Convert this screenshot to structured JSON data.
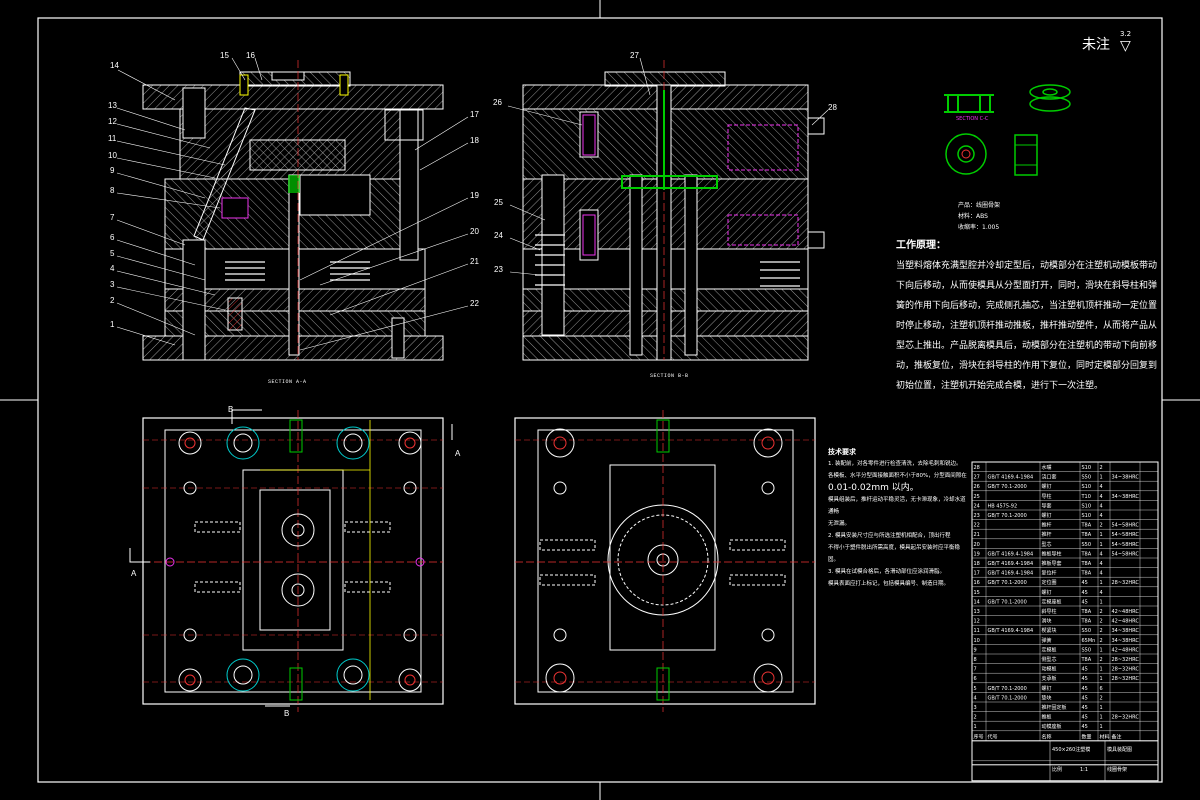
{
  "unmarked_note": "未注",
  "roughness_value": "3.2",
  "section_labels": [
    "SECTION A-A",
    "SECTION B-B",
    "SECTION C-C"
  ],
  "section_letters": [
    "A",
    "A",
    "B",
    "B"
  ],
  "callouts_left": [
    "14",
    "15",
    "16",
    "17",
    "18",
    "13",
    "12",
    "11",
    "10",
    "9",
    "8",
    "7",
    "6",
    "5",
    "4",
    "3",
    "2",
    "1",
    "19",
    "20",
    "21",
    "22"
  ],
  "callouts_right": [
    "27",
    "26",
    "28",
    "25",
    "24",
    "23"
  ],
  "product": {
    "name_label": "产品：",
    "name": "线圈骨架",
    "material_label": "材料：",
    "material": "ABS",
    "shrink_label": "收缩率：",
    "shrink": "1.005"
  },
  "working_principle": {
    "title": "工作原理：",
    "text": "当塑料熔体充满型腔并冷却定型后，动模部分在注塑机动模板带动下向后移动，从而使模具从分型面打开，同时，滑块在斜导柱和弹簧的作用下向后移动，完成侧孔抽芯，当注塑机顶杆推动一定位置时停止移动，注塑机顶杆推动推板，推杆推动塑件，从而将产品从型芯上推出。产品脱离模具后，动模部分在注塑机的带动下向前移动，推板复位，滑块在斜导柱的作用下复位，同时定模部分回复到初始位置，注塑机开始完成合模，进行下一次注塑。"
  },
  "tech_requirements": {
    "title": "技术要求",
    "items": [
      "1. 装配前，对各零件进行检查清洗，去除毛刺和锐边。",
      "各模板、水平分型面接触面积不小于80%，分型面间隙在",
      "0.01-0.02mm 以内。",
      "模具组装后，推杆运动平稳灵活，无卡滞现象，冷却水道通畅",
      "无泄漏。",
      "2. 模具安装尺寸应与所选注塑机相配合，顶出行程",
      "不得小于塑件脱出所需高度，模具起吊安装时应平衡稳固。",
      "3. 模具在试模合格后，各滑动部位应涂润滑脂。",
      "模具表面应打上标记，包括模具编号、制造日期。"
    ]
  },
  "bom": {
    "rows": [
      [
        "28",
        "",
        "水嘴",
        "S10",
        "2",
        "",
        ""
      ],
      [
        "27",
        "GB/T 4169.4-1984",
        "浇口套",
        "S50",
        "1",
        "34~38HRC",
        ""
      ],
      [
        "26",
        "GB/T 70.1-2000",
        "螺钉",
        "S10",
        "4",
        "",
        ""
      ],
      [
        "25",
        "",
        "导柱",
        "T10",
        "4",
        "34~38HRC",
        ""
      ],
      [
        "24",
        "HB 4575-92",
        "导套",
        "S10",
        "4",
        "",
        ""
      ],
      [
        "23",
        "GB/T 70.1-2000",
        "螺钉",
        "S10",
        "4",
        "",
        ""
      ],
      [
        "22",
        "",
        "推杆",
        "T8A",
        "2",
        "54~58HRC",
        ""
      ],
      [
        "21",
        "",
        "推杆",
        "T8A",
        "1",
        "54~58HRC",
        ""
      ],
      [
        "20",
        "",
        "型芯",
        "S50",
        "1",
        "54~58HRC",
        ""
      ],
      [
        "19",
        "GB/T 4169.4-1984",
        "推板导柱",
        "T8A",
        "4",
        "54~58HRC",
        ""
      ],
      [
        "18",
        "GB/T 4169.4-1984",
        "推板导套",
        "T8A",
        "4",
        "",
        ""
      ],
      [
        "17",
        "GB/T 4169.4-1984",
        "复位杆",
        "T8A",
        "4",
        "",
        ""
      ],
      [
        "16",
        "GB/T 70.1-2000",
        "定位圈",
        "45",
        "1",
        "28~32HRC",
        ""
      ],
      [
        "15",
        "",
        "螺钉",
        "45",
        "4",
        "",
        ""
      ],
      [
        "14",
        "GB/T 70.1-2000",
        "定模座板",
        "45",
        "1",
        "",
        ""
      ],
      [
        "13",
        "",
        "斜导柱",
        "T8A",
        "2",
        "42~48HRC",
        ""
      ],
      [
        "12",
        "",
        "滑块",
        "T8A",
        "2",
        "42~48HRC",
        ""
      ],
      [
        "11",
        "GB/T 4169.4-1984",
        "楔紧块",
        "S50",
        "2",
        "34~38HRC",
        ""
      ],
      [
        "10",
        "",
        "弹簧",
        "65Mn",
        "2",
        "34~38HRC",
        ""
      ],
      [
        "9",
        "",
        "定模板",
        "S50",
        "1",
        "42~48HRC",
        ""
      ],
      [
        "8",
        "",
        "侧型芯",
        "T8A",
        "2",
        "28~32HRC",
        ""
      ],
      [
        "7",
        "",
        "动模板",
        "45",
        "1",
        "28~32HRC",
        ""
      ],
      [
        "6",
        "",
        "支承板",
        "45",
        "1",
        "28~32HRC",
        ""
      ],
      [
        "5",
        "GB/T 70.1-2000",
        "螺钉",
        "45",
        "6",
        "",
        ""
      ],
      [
        "4",
        "GB/T 70.1-2000",
        "垫块",
        "45",
        "2",
        "",
        ""
      ],
      [
        "3",
        "",
        "推杆固定板",
        "45",
        "1",
        "",
        ""
      ],
      [
        "2",
        "",
        "推板",
        "45",
        "1",
        "28~32HRC",
        ""
      ],
      [
        "1",
        "",
        "动模座板",
        "45",
        "1",
        "",
        ""
      ]
    ],
    "header": [
      "序号",
      "代号",
      "名称",
      "数量",
      "材料",
      "备注"
    ],
    "title_cells": [
      "450×260注塑模",
      "线圈骨架",
      "比例",
      "1:1",
      "模具装配图"
    ]
  }
}
